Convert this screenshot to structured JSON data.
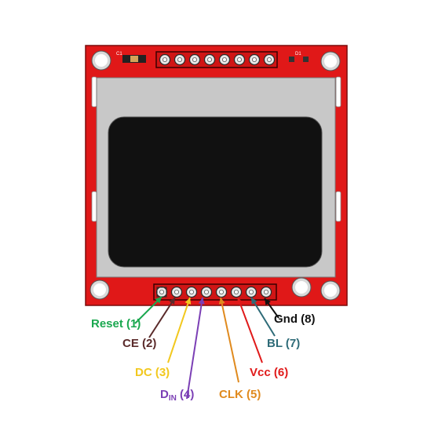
{
  "board": {
    "pcb_color": "#e01818",
    "screen_frame_color": "#c8c8c8",
    "screen_color": "#111111",
    "top_silk": {
      "left_component": "C1",
      "right_component": "D1"
    }
  },
  "pins": [
    {
      "number": 1,
      "label_main": "Reset",
      "label_sub": "",
      "label_num": " (1)",
      "color": "#1aa84f"
    },
    {
      "number": 2,
      "label_main": "CE",
      "label_sub": "",
      "label_num": " (2)",
      "color": "#5a2a2a"
    },
    {
      "number": 3,
      "label_main": "DC",
      "label_sub": "",
      "label_num": " (3)",
      "color": "#f2c81e"
    },
    {
      "number": 4,
      "label_main": "D",
      "label_sub": "IN",
      "label_num": " (4)",
      "color": "#7b3fb5"
    },
    {
      "number": 5,
      "label_main": "CLK",
      "label_sub": "",
      "label_num": " (5)",
      "color": "#e08a1e"
    },
    {
      "number": 6,
      "label_main": "Vcc",
      "label_sub": "",
      "label_num": " (6)",
      "color": "#e01a1a"
    },
    {
      "number": 7,
      "label_main": "BL",
      "label_sub": "",
      "label_num": " (7)",
      "color": "#2e6b78"
    },
    {
      "number": 8,
      "label_main": "Gnd",
      "label_sub": "",
      "label_num": " (8)",
      "color": "#111111"
    }
  ]
}
